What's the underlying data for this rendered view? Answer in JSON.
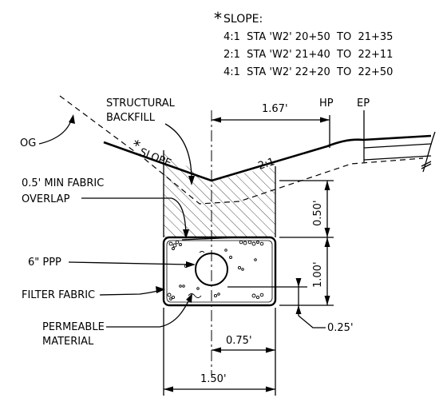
{
  "slope_note": {
    "title": "SLOPE:",
    "star": "*",
    "lines": [
      "4:1  STA 'W2' 20+50  TO  21+35",
      "2:1  STA 'W2' 21+40  TO  22+11",
      "4:1  STA 'W2' 22+20  TO  22+50"
    ]
  },
  "labels": {
    "og": "OG",
    "structural_backfill_1": "STRUCTURAL",
    "structural_backfill_2": "BACKFILL",
    "slope_star": "*",
    "slope_word": "SLOPE",
    "ratio_2_1": "2:1",
    "hp": "HP",
    "ep": "EP",
    "fabric_overlap_1": "0.5' MIN FABRIC",
    "fabric_overlap_2": "OVERLAP",
    "pipe": "6\" PPP",
    "filter_fabric": "FILTER FABRIC",
    "permeable_1": "PERMEABLE",
    "permeable_2": "MATERIAL"
  },
  "dimensions": {
    "top_width": "1.67'",
    "backfill_depth": "0.50'",
    "trench_depth": "1.00'",
    "bottom_offset": "0.25'",
    "half_width": "0.75'",
    "full_width": "1.50'"
  }
}
